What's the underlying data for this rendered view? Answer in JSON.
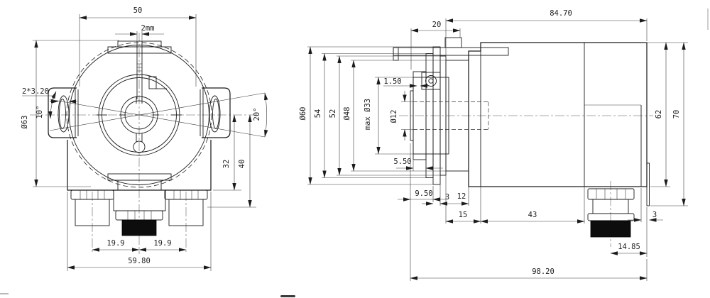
{
  "drawing": {
    "title": "encoder-dimension-drawing",
    "colors": {
      "line": "#1c1c1c",
      "background": "#ffffff",
      "connector_fill": "#0d0d0d"
    },
    "left_view": {
      "d50": "50",
      "d2mm": "2mm",
      "slots": "2*3.20",
      "a10": "10°",
      "dia63": "Ø63",
      "a20": "20°",
      "d32": "32",
      "d40": "40",
      "p1": "19.9",
      "p2": "19.9",
      "d5980": "59.80"
    },
    "right_view": {
      "d8470": "84.70",
      "d20": "20",
      "dia60": "Ø60",
      "d54": "54",
      "d52": "52",
      "dia48": "Ø48",
      "dia33": "max Ø33",
      "dia12": "Ø12",
      "d150": "1.50",
      "d550": "5.50",
      "d62": "62",
      "d70": "70",
      "d950": "9.50",
      "d3a": "3",
      "d12": "12",
      "d15": "15",
      "d43": "43",
      "d3b": "3",
      "d1485": "14.85",
      "d9820": "98.20"
    }
  }
}
